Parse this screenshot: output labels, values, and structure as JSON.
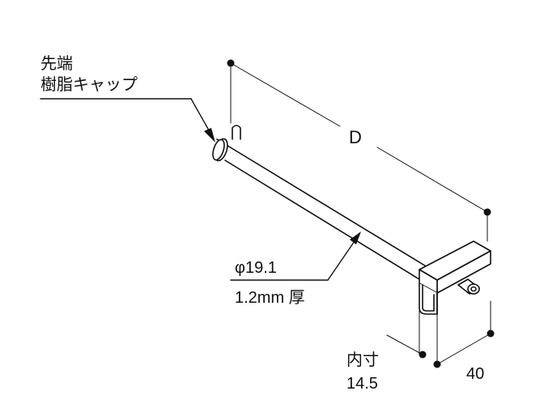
{
  "callouts": {
    "tip_cap_line1": "先端",
    "tip_cap_line2": "樹脂キャップ",
    "diameter": "φ19.1",
    "thickness": "1.2mm 厚",
    "inner_label": "内寸",
    "inner_value": "14.5"
  },
  "dimensions": {
    "depth_label": "D",
    "width_value": "40"
  },
  "colors": {
    "stroke": "#111111",
    "fill": "#ffffff"
  }
}
